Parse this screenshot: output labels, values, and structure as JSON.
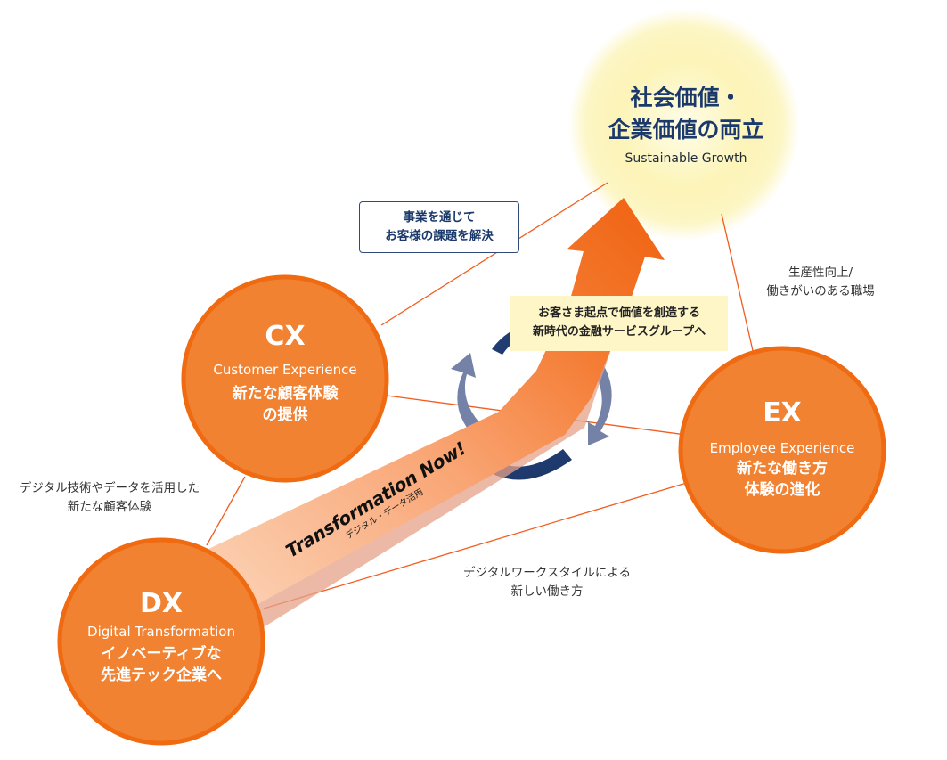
{
  "goal": {
    "title_line1": "社会価値・",
    "title_line2": "企業価値の両立",
    "subtitle": "Sustainable Growth"
  },
  "cx": {
    "abbr": "CX",
    "english": "Customer Experience",
    "japanese_line1": "新たな顧客体験",
    "japanese_line2": "の提供"
  },
  "ex": {
    "abbr": "EX",
    "english": "Employee Experience",
    "japanese_line1": "新たな働き方",
    "japanese_line2": "体験の進化"
  },
  "dx": {
    "abbr": "DX",
    "english": "Digital Transformation",
    "japanese_line1": "イノベーティブな",
    "japanese_line2": "先進テック企業へ"
  },
  "notes": {
    "cx_goal_line1": "事業を通じて",
    "cx_goal_line2": "お客様の課題を解決",
    "ex_goal_line1": "生産性向上/",
    "ex_goal_line2": "働きがいのある職場",
    "dx_cx_line1": "デジタル技術やデータを活用した",
    "dx_cx_line2": "新たな顧客体験",
    "dx_ex_line1": "デジタルワークスタイルによる",
    "dx_ex_line2": "新しい働き方"
  },
  "center_box": {
    "line1": "お客さま起点で価値を創造する",
    "line2": "新時代の金融サービスグループへ"
  },
  "arrow": {
    "label": "Transformation Now!",
    "sublabel": "デジタル・データ活用"
  },
  "colors": {
    "orange": "#f08232",
    "orange_dark": "#ef6a10",
    "arrow_light": "#fbc39b",
    "arrow_shadow": "#e59a82",
    "line": "#f25c1e",
    "navy": "#243f77",
    "slate": "#6f7fa5",
    "glow": "#fbf2a8"
  }
}
